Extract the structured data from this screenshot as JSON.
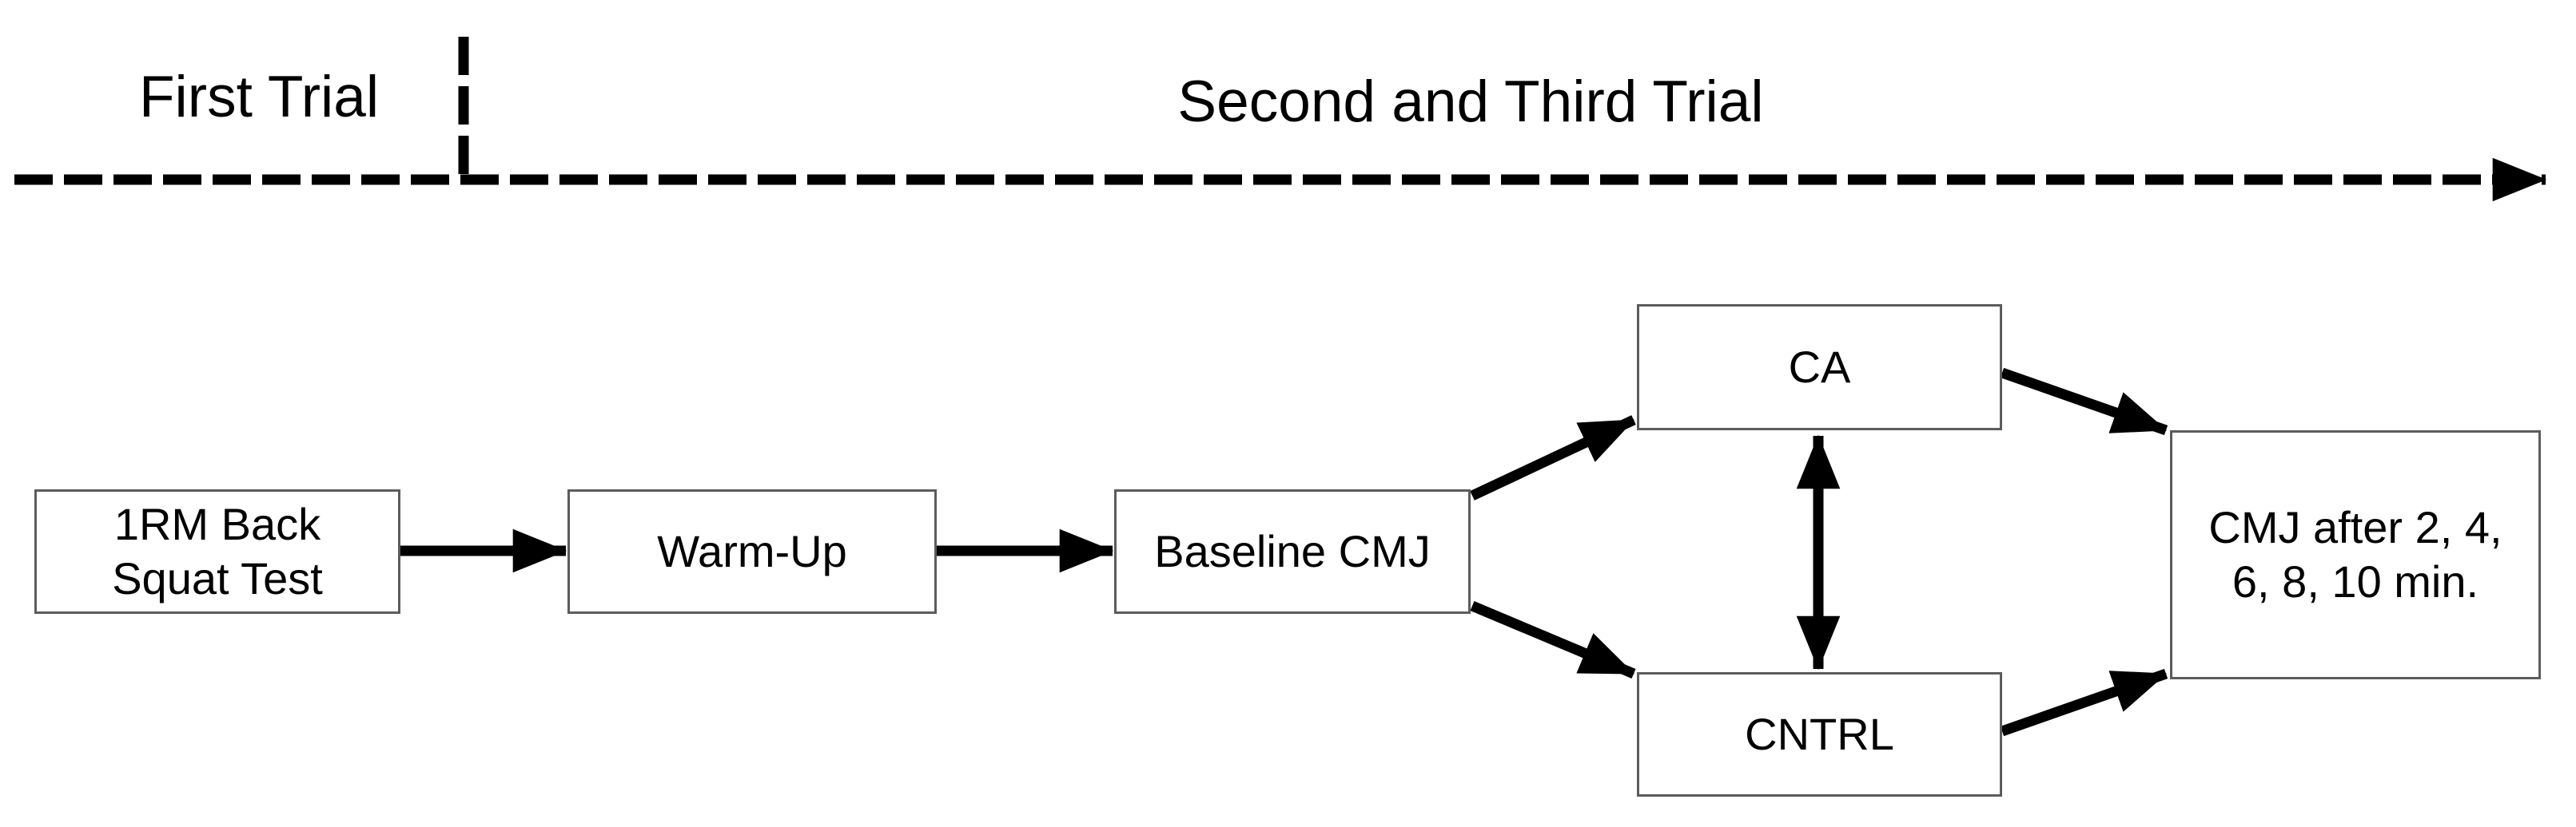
{
  "figure": {
    "phase_labels": {
      "first": "First Trial",
      "second_third": "Second and Third Trial"
    },
    "nodes": {
      "squat_test": {
        "lines": [
          "1RM Back",
          "Squat Test"
        ]
      },
      "warm_up": {
        "lines": [
          "Warm-Up"
        ]
      },
      "baseline_cmj": {
        "lines": [
          "Baseline CMJ"
        ]
      },
      "ca": {
        "lines": [
          "CA"
        ]
      },
      "cntrl": {
        "lines": [
          "CNTRL"
        ]
      },
      "post_cmj": {
        "lines": [
          "CMJ after 2, 4,",
          "6, 8, 10 min."
        ]
      }
    },
    "colors": {
      "background": "#ffffff",
      "line": "#000000",
      "text": "#000000",
      "box_border": "#5c5c5c"
    }
  }
}
